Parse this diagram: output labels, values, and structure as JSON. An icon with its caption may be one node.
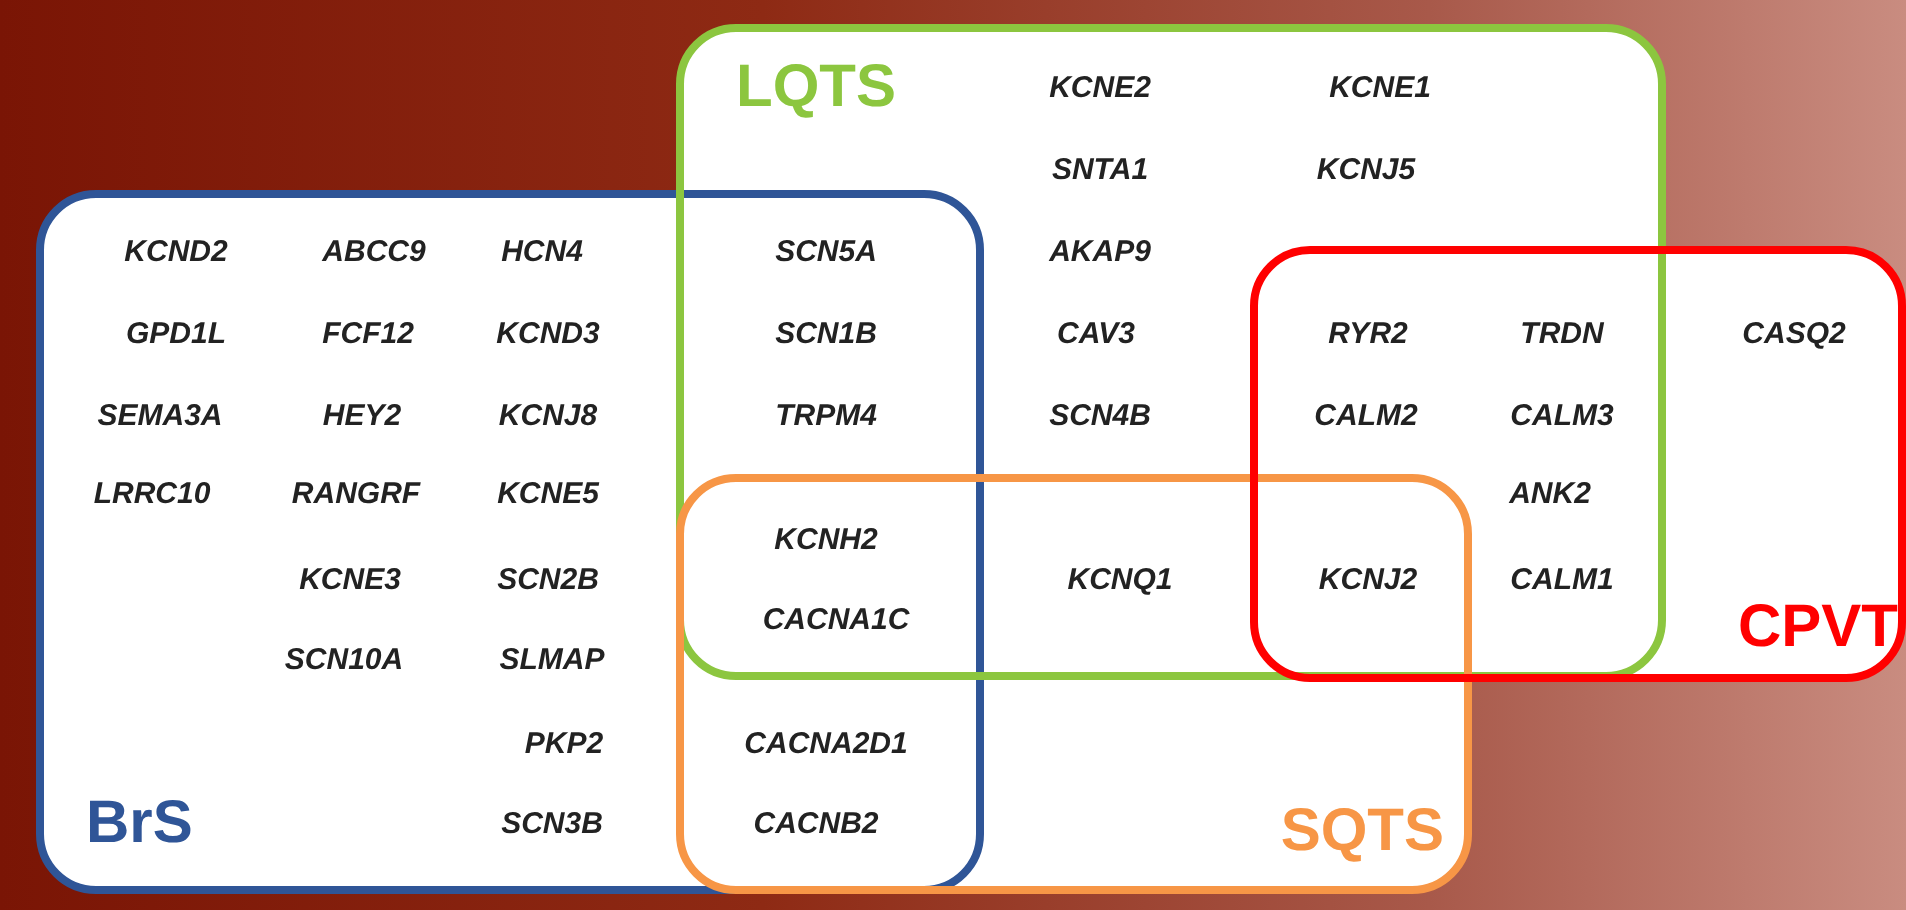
{
  "diagram": {
    "nodes": [
      {
        "text": [
          "BrS"
        ]
      },
      {
        "text": [
          "LQTS"
        ]
      },
      {
        "text": [
          "SQTS"
        ]
      },
      {
        "text": [
          "CPVT"
        ]
      }
    ],
    "labels": [
      "KCNE2",
      "KCNE1",
      "SNTA1",
      "KCNJ5",
      "KCND2",
      "ABCC9",
      "HCN4",
      "SCN5A",
      "AKAP9",
      "GPD1L",
      "FCF12",
      "KCND3",
      "SCN1B",
      "CAV3",
      "RYR2",
      "TRDN",
      "CASQ2",
      "SEMA3A",
      "HEY2",
      "KCNJ8",
      "TRPM4",
      "SCN4B",
      "CALM2",
      "CALM3",
      "LRRC10",
      "RANGRF",
      "KCNE5",
      "ANK2",
      "KCNH2",
      "KCNE3",
      "SCN2B",
      "KCNQ1",
      "KCNJ2",
      "CALM1",
      "CACNA1C",
      "SCN10A",
      "SLMAP",
      "PKP2",
      "CACNA2D1",
      "SCN3B",
      "CACNB2"
    ]
  }
}
